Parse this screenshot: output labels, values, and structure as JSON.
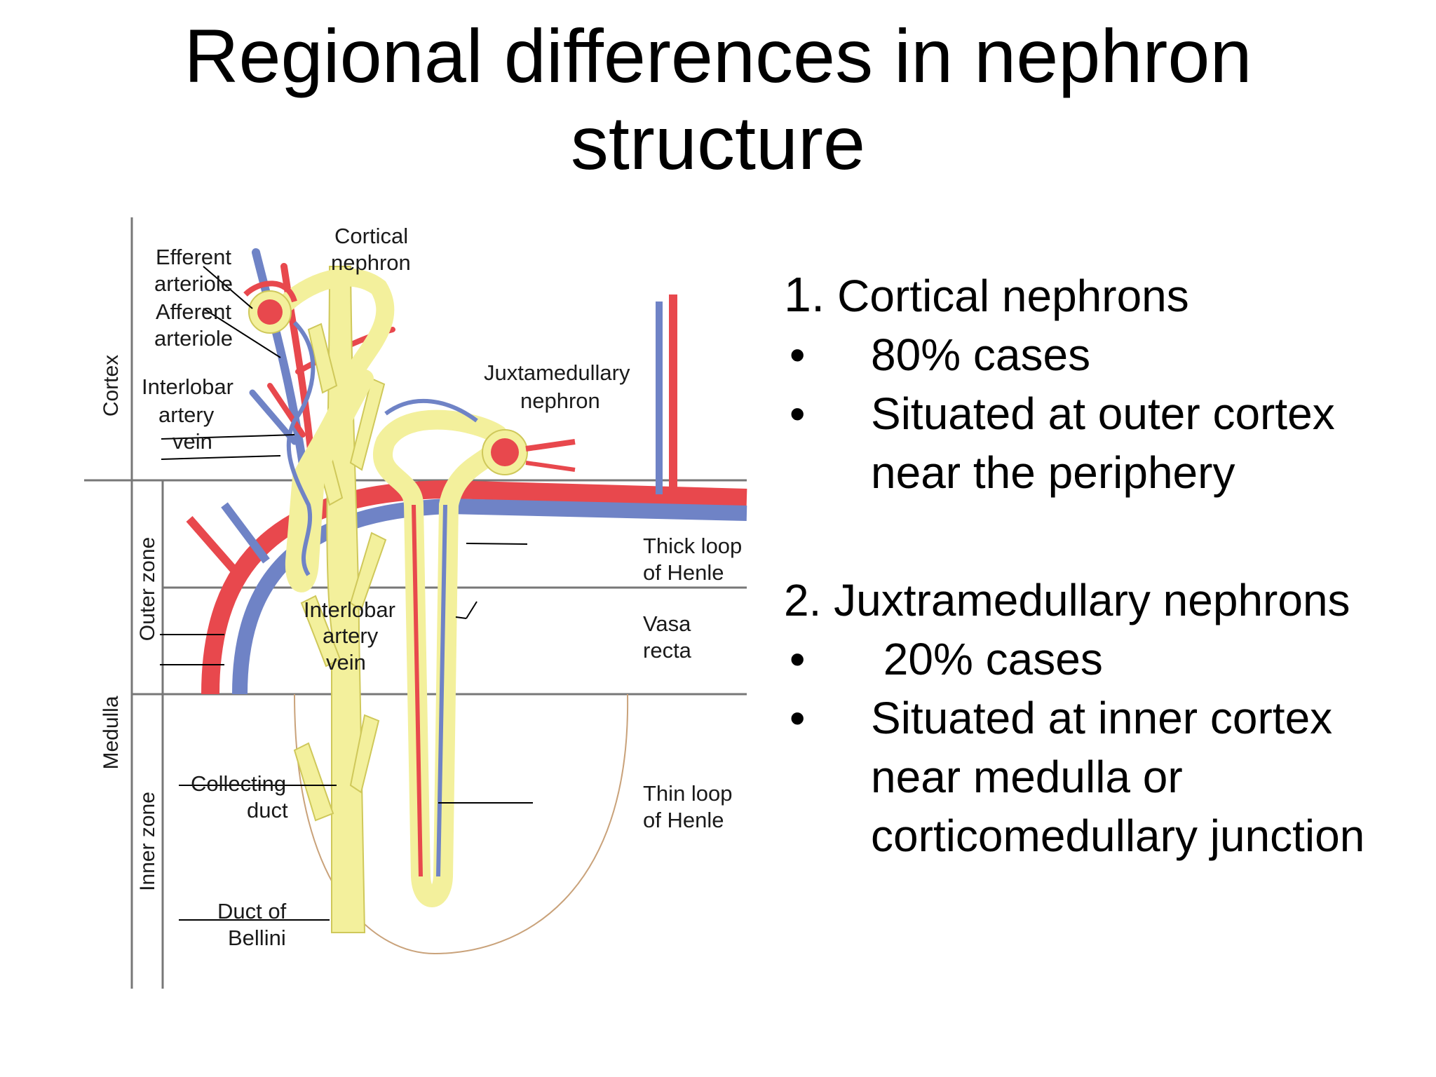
{
  "slide": {
    "title_line1": "Regional differences in nephron",
    "title_line2": "structure"
  },
  "diagram": {
    "zones": {
      "cortex": "Cortex",
      "medulla": "Medulla",
      "outer_zone": "Outer zone",
      "inner_zone": "Inner zone"
    },
    "labels": {
      "efferent_1": "Efferent",
      "efferent_2": "arteriole",
      "afferent_1": "Afferent",
      "afferent_2": "arteriole",
      "interlobar_1": "Interlobar",
      "interlobar_artery": "artery",
      "interlobar_vein": "vein",
      "cortical_1": "Cortical",
      "cortical_2": "nephron",
      "juxta_1": "Juxtamedullary",
      "juxta_2": "nephron",
      "thick_1": "Thick loop",
      "thick_2": "of Henle",
      "vasa_1": "Vasa",
      "vasa_2": "recta",
      "mid_interlobar_1": "Interlobar",
      "mid_interlobar_artery": "artery",
      "mid_interlobar_vein": "vein",
      "collecting_1": "Collecting",
      "collecting_2": "duct",
      "thin_1": "Thin loop",
      "thin_2": "of Henle",
      "bellini_1": "Duct of",
      "bellini_2": "Bellini"
    },
    "colors": {
      "artery": "#e8484d",
      "vein": "#6f83c6",
      "tubule": "#f3f09c",
      "tubule_outline": "#cfc85a",
      "line": "#777777"
    }
  },
  "content": {
    "section1": {
      "number": "1.",
      "heading": " Cortical nephrons",
      "bullets": [
        "80% cases",
        "Situated at outer cortex near the periphery"
      ]
    },
    "section2": {
      "heading": "2. Juxtramedullary nephrons",
      "bullets": [
        " 20% cases",
        "Situated at inner cortex near medulla or corticomedullary junction"
      ]
    },
    "bullet_char": "•"
  }
}
